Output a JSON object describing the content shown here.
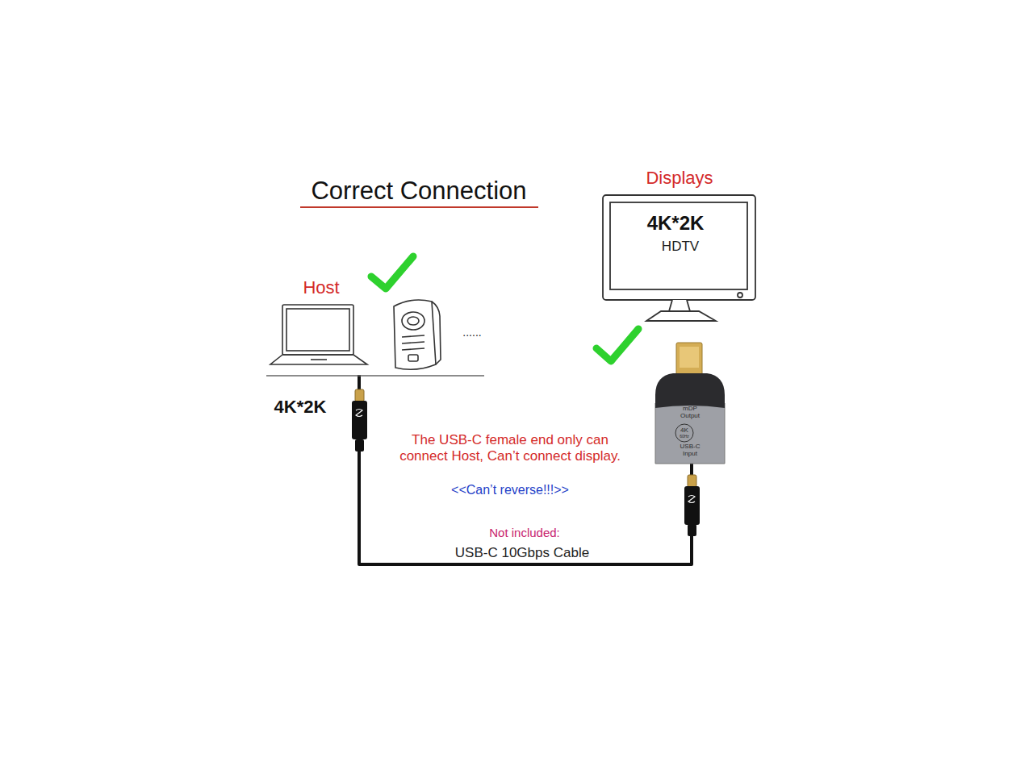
{
  "diagram": {
    "title": "Correct Connection",
    "nodes": [
      {
        "text": [
          "Host"
        ]
      },
      {
        "text": [
          "Displays",
          "4K*2K",
          "HDTV"
        ]
      },
      {
        "text": [
          "mDP Output",
          "USB-C Input"
        ]
      },
      {
        "text": [
          "4K",
          "60Hz"
        ],
        "in": 2
      }
    ],
    "edges": [
      {
        "from": 0,
        "to": 2,
        "arrow": "none"
      }
    ],
    "labels": [
      "......",
      "4K*2K",
      "The USB-C female end only can connect Host, Can’t connect display.",
      "<<Can’t reverse!!!>>",
      "Not included:",
      "USB-C 10Gbps Cable"
    ]
  }
}
